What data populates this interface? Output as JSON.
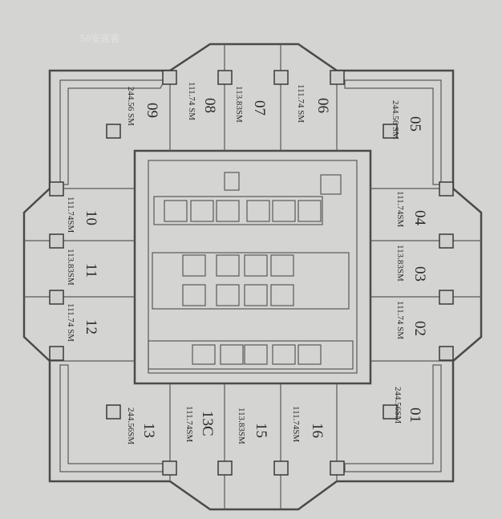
{
  "watermark": "58安居客",
  "units": [
    {
      "id": "01",
      "area": "244.56SM"
    },
    {
      "id": "02",
      "area": "111.74 SM"
    },
    {
      "id": "03",
      "area": "113.83SM"
    },
    {
      "id": "04",
      "area": "111.74SM"
    },
    {
      "id": "05",
      "area": "244.56 SM"
    },
    {
      "id": "06",
      "area": "111.74 SM"
    },
    {
      "id": "07",
      "area": "113.83SM"
    },
    {
      "id": "08",
      "area": "111.74 SM"
    },
    {
      "id": "09",
      "area": "244.56 SM"
    },
    {
      "id": "10",
      "area": "111.74SM"
    },
    {
      "id": "11",
      "area": "113.83SM"
    },
    {
      "id": "12",
      "area": "111.74 SM"
    },
    {
      "id": "13",
      "area": "244.56SM"
    },
    {
      "id": "13C",
      "area": "111.74SM"
    },
    {
      "id": "15",
      "area": "113.83SM"
    },
    {
      "id": "16",
      "area": "111.74SM"
    }
  ]
}
